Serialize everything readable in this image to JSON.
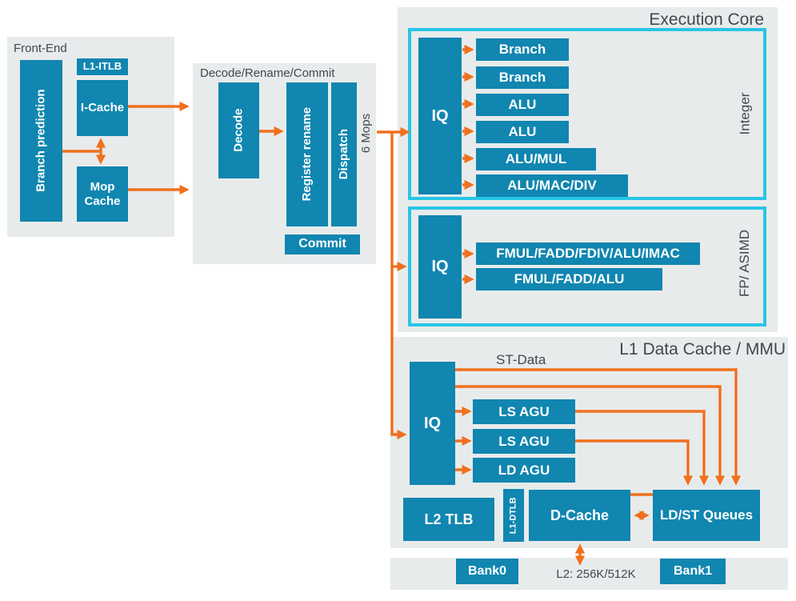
{
  "colors": {
    "box_teal": "#1086b0",
    "section_gray": "#e8ebeb",
    "arrow_orange": "#f0701d",
    "highlight_cyan": "#29c5e6",
    "text_dark": "#3f484d"
  },
  "frontend": {
    "title": "Front-End",
    "branch_prediction": "Branch prediction",
    "l1_itlb": "L1-ITLB",
    "icache": "I-Cache",
    "mop_cache": "Mop Cache"
  },
  "decode": {
    "title": "Decode/Rename/Commit",
    "decode": "Decode",
    "register_rename": "Register rename",
    "dispatch": "Dispatch",
    "commit": "Commit",
    "throughput": "6 Mops"
  },
  "execution_core": {
    "title": "Execution Core",
    "integer": {
      "group_label": "Integer",
      "iq": "IQ",
      "units": [
        "Branch",
        "Branch",
        "ALU",
        "ALU",
        "ALU/MUL",
        "ALU/MAC/DIV"
      ]
    },
    "fp": {
      "group_label": "FP/ ASIMD",
      "iq": "IQ",
      "units": [
        "FMUL/FADD/FDIV/ALU/IMAC",
        "FMUL/FADD/ALU"
      ]
    }
  },
  "load_store": {
    "title": "L1 Data Cache / MMU",
    "st_data": "ST-Data",
    "iq": "IQ",
    "agus": [
      "LS AGU",
      "LS AGU",
      "LD AGU"
    ],
    "l2_tlb": "L2 TLB",
    "l1_dtlb": "L1-DTLB",
    "dcache": "D-Cache",
    "ldst_queues": "LD/ST Queues"
  },
  "l2": {
    "bank0": "Bank0",
    "size_label": "L2: 256K/512K",
    "bank1": "Bank1"
  }
}
